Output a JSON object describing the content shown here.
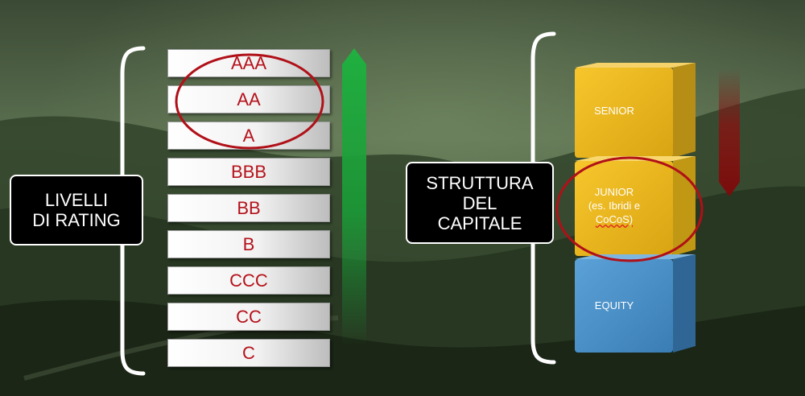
{
  "left": {
    "label_lines": [
      "LIVELLI",
      "DI RATING"
    ],
    "ratings": [
      "AAA",
      "AA",
      "A",
      "BBB",
      "BB",
      "B",
      "CCC",
      "CC",
      "C"
    ]
  },
  "right": {
    "label_lines": [
      "STRUTTURA",
      "DEL",
      "CAPITALE"
    ],
    "cubes": {
      "senior": "SENIOR",
      "junior_lines": [
        "JUNIOR",
        "(es. Ibridi e",
        "CoCoS)"
      ],
      "equity": "EQUITY"
    }
  },
  "colors": {
    "rating_text": "#b5121b",
    "highlight_ellipse": "#b01018",
    "arrow_up": "#1aa33a",
    "arrow_down": "#8b1010",
    "senior_cube": "#e6b020",
    "junior_cube": "#f2bb1a",
    "equity_cube": "#4a8fc6"
  }
}
